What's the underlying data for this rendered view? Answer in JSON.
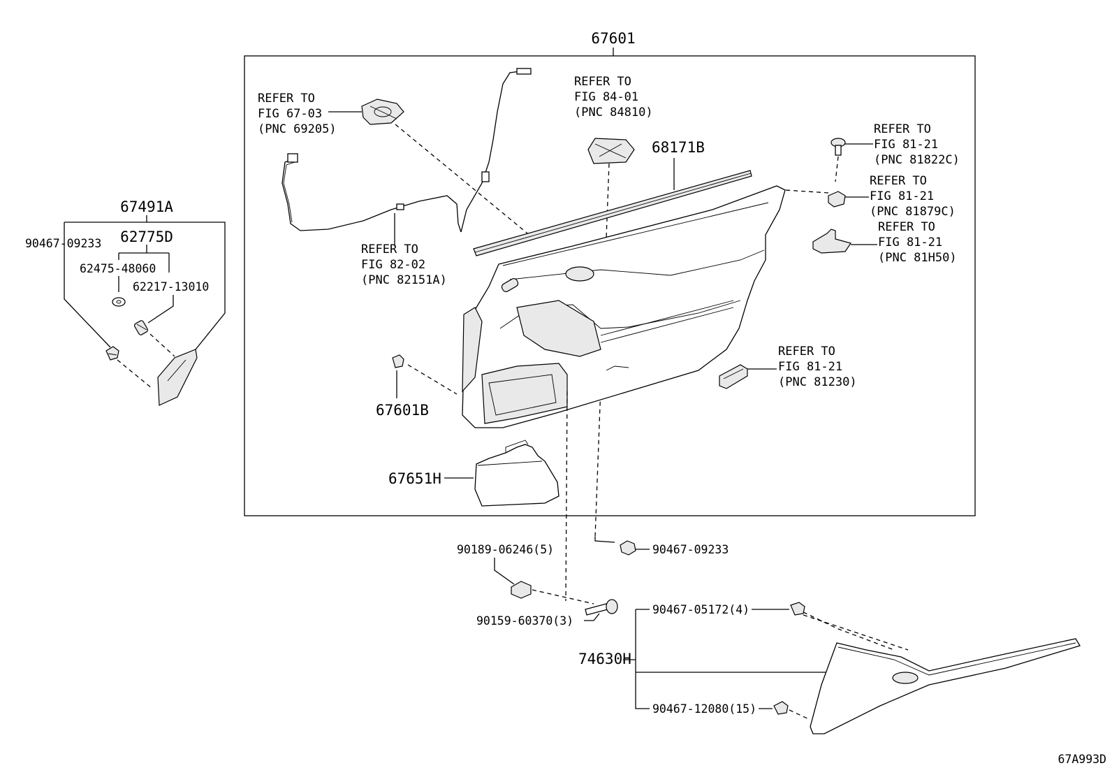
{
  "diagram": {
    "code": "67A993D",
    "main_assembly": "67601",
    "labels": {
      "p67491A": "67491A",
      "p62775D": "62775D",
      "p90467_09233_left": "90467-09233",
      "p62475_48060": "62475-48060",
      "p62217_13010": "62217-13010",
      "p68171B": "68171B",
      "p67601B": "67601B",
      "p67651H": "67651H",
      "p90467_09233_bottom": "90467-09233",
      "p90189_06246": "90189-06246(5)",
      "p90159_60370": "90159-60370(3)",
      "p90467_05172": "90467-05172(4)",
      "p74630H": "74630H",
      "p90467_12080": "90467-12080(15)"
    },
    "references": {
      "handle": [
        "REFER TO",
        "FIG 67-03",
        "(PNC 69205)"
      ],
      "switch": [
        "REFER TO",
        "FIG 84-01",
        "(PNC 84810)"
      ],
      "wire": [
        "REFER TO",
        "FIG 82-02",
        "(PNC 82151A)"
      ],
      "clip1": [
        "REFER TO",
        "FIG 81-21",
        "(PNC 81822C)"
      ],
      "clip2": [
        "REFER TO",
        "FIG 81-21",
        "(PNC 81879C)"
      ],
      "clip3": [
        "REFER TO",
        "FIG 81-21",
        "(PNC 81H50)"
      ],
      "lamp": [
        "REFER TO",
        "FIG 81-21",
        "(PNC 81230)"
      ]
    }
  }
}
